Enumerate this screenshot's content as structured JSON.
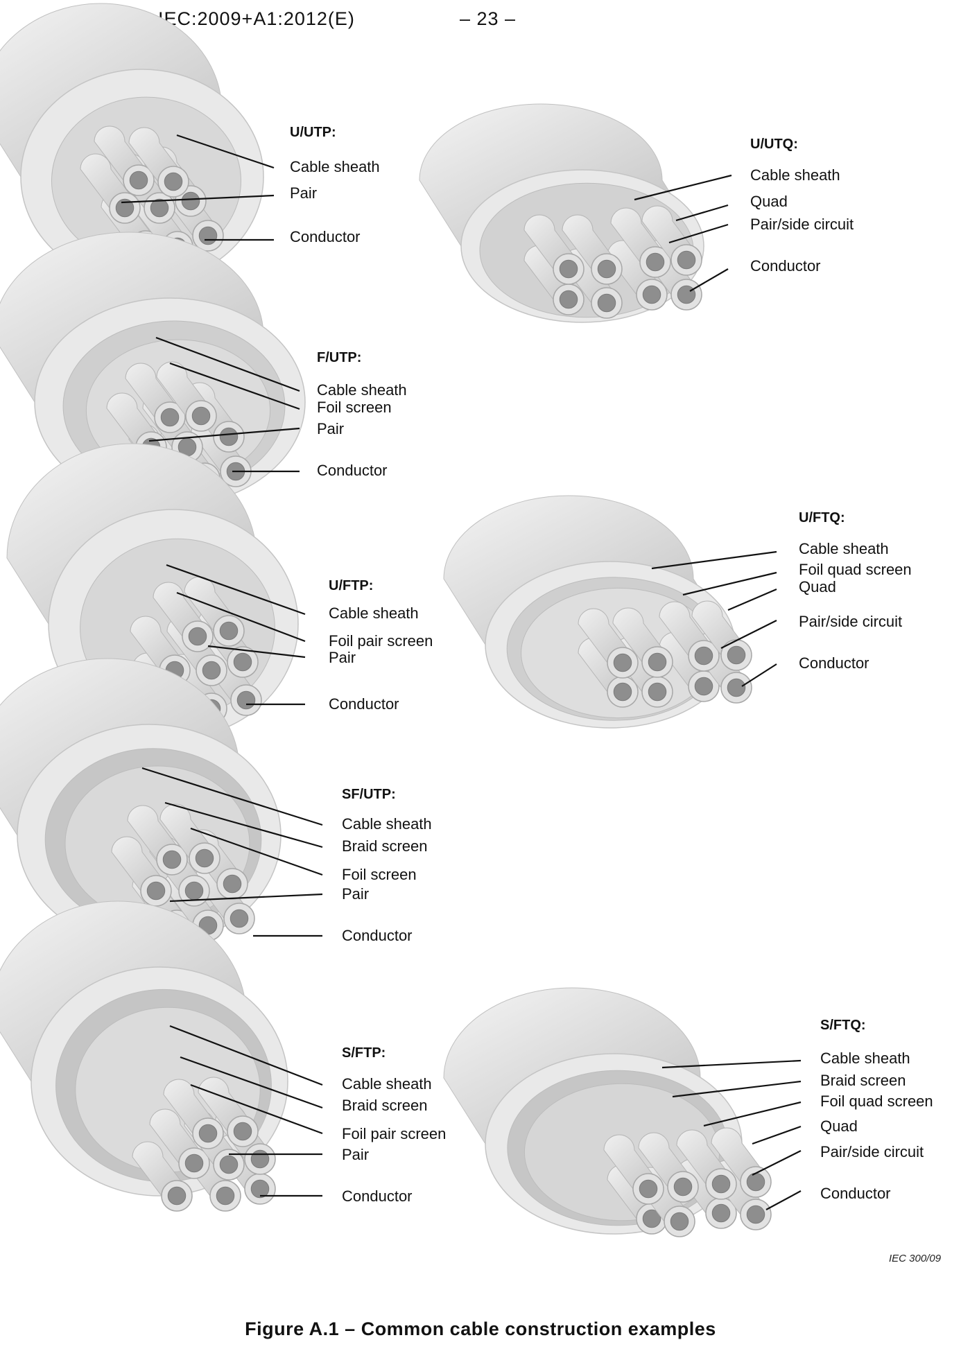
{
  "header": {
    "left": "61156-5 © IEC:2009+A1:2012(E)",
    "right": "– 23 –"
  },
  "cables": [
    {
      "title": "U/UTP:",
      "labels": [
        "Cable sheath",
        "Pair",
        "Conductor"
      ]
    },
    {
      "title": "U/UTQ:",
      "labels": [
        "Cable sheath",
        "Quad",
        "Pair/side circuit",
        "Conductor"
      ]
    },
    {
      "title": "F/UTP:",
      "labels": [
        "Cable sheath",
        "Foil screen",
        "Pair",
        "Conductor"
      ]
    },
    {
      "title": "U/FTQ:",
      "labels": [
        "Cable sheath",
        "Foil quad screen",
        "Quad",
        "Pair/side circuit",
        "Conductor"
      ]
    },
    {
      "title": "U/FTP:",
      "labels": [
        "Cable sheath",
        "Foil pair screen",
        "Pair",
        "Conductor"
      ]
    },
    {
      "title": "SF/UTP:",
      "labels": [
        "Cable sheath",
        "Braid screen",
        "Foil screen",
        "Pair",
        "Conductor"
      ]
    },
    {
      "title": "S/FTP:",
      "labels": [
        "Cable sheath",
        "Braid screen",
        "Foil pair screen",
        "Pair",
        "Conductor"
      ]
    },
    {
      "title": "S/FTQ:",
      "labels": [
        "Cable sheath",
        "Braid screen",
        "Foil quad screen",
        "Quad",
        "Pair/side circuit",
        "Conductor"
      ]
    }
  ],
  "iec_ref": "IEC   300/09",
  "caption": "Figure A.1 – Common cable construction examples"
}
